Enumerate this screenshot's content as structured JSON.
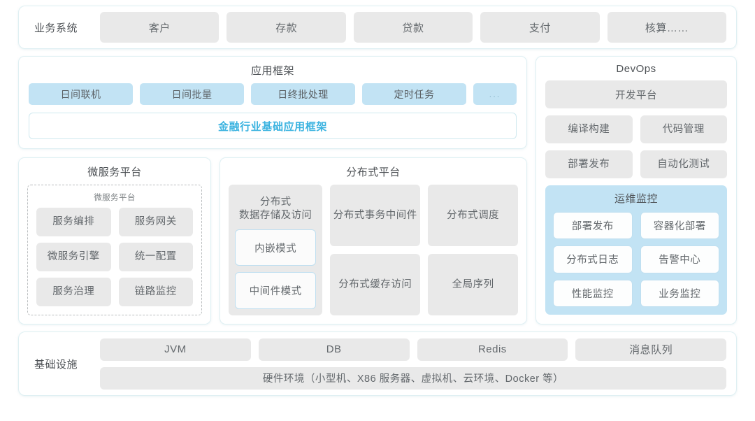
{
  "business_row": {
    "label": "业务系统",
    "items": [
      "客户",
      "存款",
      "贷款",
      "支付",
      "核算……"
    ]
  },
  "app_framework": {
    "title": "应用框架",
    "chips": [
      "日间联机",
      "日间批量",
      "日终批处理",
      "定时任务"
    ],
    "more_chip": "...",
    "foundation_bar": "金融行业基础应用框架",
    "foundation_color": "#3bb3e0"
  },
  "micro_platform": {
    "title": "微服务平台",
    "inner_caption": "微服务平台",
    "cells": [
      "服务编排",
      "服务网关",
      "微服务引擎",
      "统一配置",
      "服务治理",
      "链路监控"
    ]
  },
  "dist_platform": {
    "title": "分布式平台",
    "storage": {
      "title": "分布式\n数据存储及访问",
      "title_line1": "分布式",
      "title_line2": "数据存储及访问",
      "modes": [
        "内嵌模式",
        "中间件模式"
      ]
    },
    "cells": [
      {
        "line1": "分布式",
        "line2": "事务中间件"
      },
      {
        "line1": "分布式调度",
        "line2": ""
      },
      {
        "line1": "分布式",
        "line2": "缓存访问"
      },
      {
        "line1": "全局序列",
        "line2": ""
      }
    ]
  },
  "devops": {
    "title": "DevOps",
    "wide_item": "开发平台",
    "grid_items": [
      "编译构建",
      "代码管理",
      "部署发布",
      "自动化测试"
    ],
    "ops_monitor": {
      "title": "运维监控",
      "cells": [
        "部署发布",
        "容器化部署",
        "分布式日志",
        "告警中心",
        "性能监控",
        "业务监控"
      ],
      "bg_color": "#c2e3f4"
    }
  },
  "infrastructure": {
    "label": "基础设施",
    "items": [
      "JVM",
      "DB",
      "Redis",
      "消息队列"
    ],
    "hardware": "硬件环境（小型机、X86 服务器、虚拟机、云环境、Docker 等）"
  },
  "theme": {
    "shell_border": "#dff0f3",
    "gray_chip": "#e9e9e9",
    "blue_chip": "#c2e3f4",
    "text": "#63686c"
  }
}
